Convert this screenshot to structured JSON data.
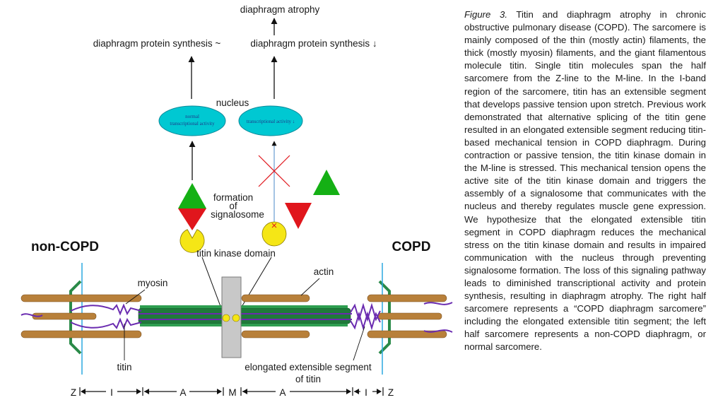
{
  "figure": {
    "top_labels": {
      "atrophy": "diaphragm atrophy",
      "synthesis_left": "diaphragm protein synthesis ~",
      "synthesis_right": "diaphragm protein synthesis ↓"
    },
    "nucleus": {
      "label": "nucleus",
      "left_cell_line1": "normal",
      "left_cell_line2": "transcriptional activity",
      "right_cell": "transcriptional activity ↓"
    },
    "signalosome": {
      "line1": "formation",
      "line2": "of",
      "line3": "signalosome"
    },
    "kinase_label": "titin kinase domain",
    "side_labels": {
      "left": "non-COPD",
      "right": "COPD"
    },
    "sarcomere_labels": {
      "myosin": "myosin",
      "actin": "actin",
      "titin": "titin",
      "elongated_line1": "elongated extensible segment",
      "elongated_line2": "of titin"
    },
    "scale_bar": {
      "z_left": "Z",
      "i_left": "I",
      "a_left": "A",
      "m": "M",
      "a_right": "A",
      "i_right": "I",
      "z_right": "Z"
    },
    "colors": {
      "cell": "#00c8d2",
      "triangle_green": "#15b015",
      "triangle_red": "#e0161c",
      "kinase": "#f5e616",
      "titin": "#6a2bb0",
      "thick_filament": "#1f7a3a",
      "actin": "#b8803a",
      "zline": "#2a8a48",
      "mline": "#c8c8c8"
    }
  },
  "caption": {
    "label": "Figure 3.",
    "text": "Titin and diaphragm atrophy in chronic obstructive pulmonary disease (COPD). The sarcomere is mainly composed of the thin (mostly actin) filaments, the thick (mostly myosin) filaments, and the giant filamentous molecule titin. Single titin molecules span the half sarcomere from the Z-line to the M-line. In the I-band region of the sarcomere, titin has an extensible segment that develops passive tension upon stretch. Previous work demonstrated that alternative splicing of the titin gene resulted in an elongated extensible segment reducing titin-based mechanical tension in COPD diaphragm. During contraction or passive tension, the titin kinase domain in the M-line is stressed. This mechanical tension opens the active site of the titin kinase domain and triggers the assembly of a signalosome that communicates with the nucleus and thereby regulates muscle gene expression. We hypothesize that the elongated extensible titin segment in COPD diaphragm reduces the mechanical stress on the titin kinase domain and results in impaired communication with the nucleus through preventing signalosome formation. The loss of this signaling pathway leads to diminished transcriptional activity and protein synthesis, resulting in diaphragm atrophy. The right half sarcomere represents a “COPD diaphragm sarcomere” including the elongated extensible titin segment; the left half sarcomere represents a non-COPD diaphragm, or normal sarcomere."
  }
}
